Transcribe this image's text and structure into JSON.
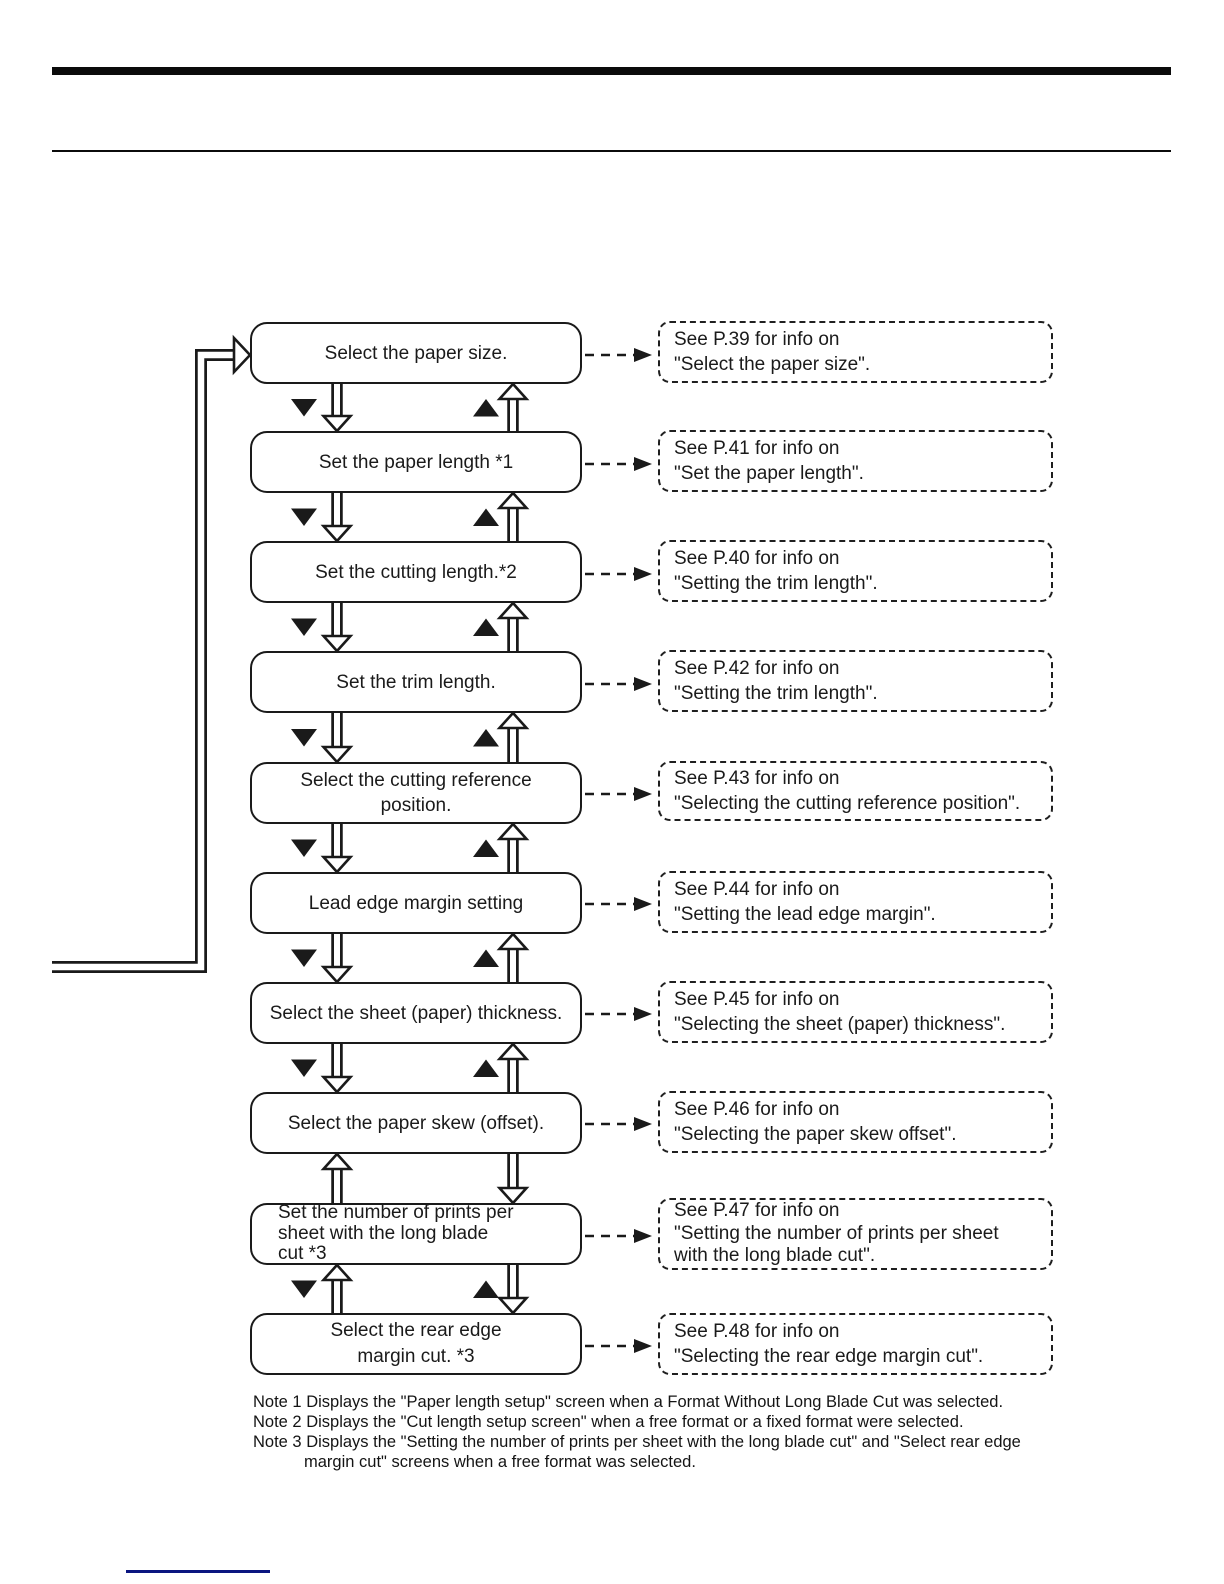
{
  "flow": {
    "steps": [
      {
        "label": "Select the paper size."
      },
      {
        "label": "Set the paper length *1"
      },
      {
        "label": "Set the cutting length.*2"
      },
      {
        "label": "Set the trim length."
      },
      {
        "label": "Select the cutting reference\nposition."
      },
      {
        "label": "Lead edge margin setting"
      },
      {
        "label": "Select the sheet (paper) thickness."
      },
      {
        "label": "Select the paper skew (offset)."
      },
      {
        "label": "Set the number of prints per\nsheet with the long blade\ncut *3"
      },
      {
        "label": "Select the rear edge\nmargin cut. *3"
      }
    ],
    "refs": [
      {
        "see": "See P.39 for info on",
        "title": "\"Select the paper size\"."
      },
      {
        "see": "See P.41 for info on",
        "title": "\"Set the paper length\"."
      },
      {
        "see": "See P.40 for info on",
        "title": "\"Setting the trim length\"."
      },
      {
        "see": "See P.42 for info on",
        "title": "\"Setting the trim length\"."
      },
      {
        "see": "See P.43 for info on",
        "title": "\"Selecting the cutting reference position\"."
      },
      {
        "see": "See P.44 for info on",
        "title": "\"Setting the lead edge margin\"."
      },
      {
        "see": "See P.45 for info on",
        "title": "\"Selecting the sheet (paper) thickness\"."
      },
      {
        "see": "See P.46 for info on",
        "title": "\"Selecting the paper skew offset\"."
      },
      {
        "see": "See P.47 for info on",
        "title": "\"Setting the number of prints per sheet\nwith the long blade cut\"."
      },
      {
        "see": "See P.48 for info on",
        "title": "\"Selecting the rear edge margin cut\"."
      }
    ]
  },
  "notes": {
    "line1": "Note 1 Displays the \"Paper length setup\" screen when a Format Without Long Blade Cut was selected.",
    "line2": "Note 2 Displays the \"Cut length setup screen\" when a free format or a fixed format were selected.",
    "line3": "Note 3 Displays the \"Setting the number of prints per sheet with the long blade cut\" and \"Select rear edge",
    "line4": "margin cut\" screens when a free format was selected."
  },
  "colors": {
    "ink": "#1a1a1a",
    "link_underline": "#0a1580"
  }
}
